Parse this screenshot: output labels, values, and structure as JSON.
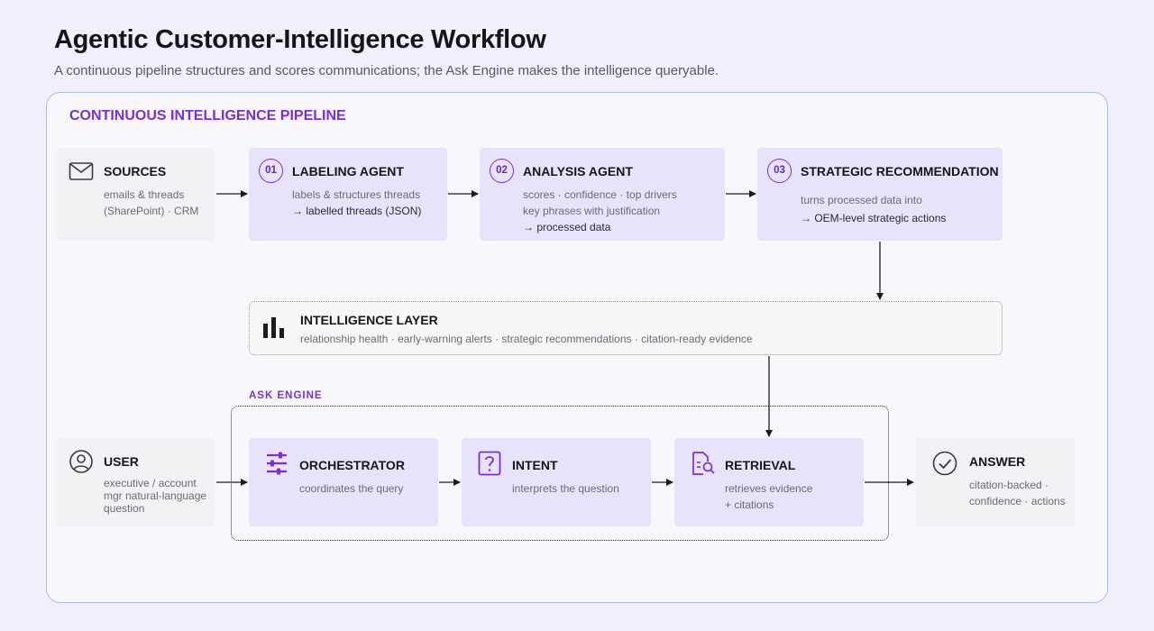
{
  "header": {
    "title": "Agentic Customer-Intelligence Workflow",
    "subtitle": "A continuous pipeline structures and scores communications; the Ask Engine makes the intelligence queryable."
  },
  "pipeline": {
    "label": "CONTINUOUS INTELLIGENCE PIPELINE",
    "sources": {
      "title": "SOURCES",
      "lines": [
        "emails & threads",
        "(SharePoint) · CRM"
      ],
      "icon": "mail-icon"
    },
    "labeling": {
      "badge": "01",
      "title": "LABELING AGENT",
      "lines": [
        "labels & structures threads",
        "→ labelled threads (JSON)"
      ]
    },
    "analysis": {
      "badge": "02",
      "title": "ANALYSIS AGENT",
      "lines": [
        "scores · confidence · top drivers",
        "key phrases with justification",
        "→ processed data"
      ]
    },
    "strategic": {
      "badge": "03",
      "title": "STRATEGIC RECOMMENDATION",
      "lines": [
        "turns processed data into",
        "→ OEM-level strategic actions"
      ]
    }
  },
  "intelligence_layer": {
    "title": "INTELLIGENCE LAYER",
    "desc": "relationship health · early-warning alerts · strategic recommendations · citation-ready evidence",
    "icon": "bar-chart-icon"
  },
  "ask_engine": {
    "label": "ASK ENGINE",
    "user": {
      "title": "USER",
      "lines": [
        "executive / account",
        "mgr natural-language",
        "question"
      ],
      "icon": "user-icon"
    },
    "orchestrator": {
      "title": "ORCHESTRATOR",
      "lines": [
        "coordinates the query"
      ],
      "icon": "sliders-icon"
    },
    "intent": {
      "title": "INTENT",
      "lines": [
        "interprets the question"
      ],
      "icon": "question-icon"
    },
    "retrieval": {
      "title": "RETRIEVAL",
      "lines": [
        "retrieves evidence",
        "+ citations"
      ],
      "icon": "document-search-icon"
    },
    "answer": {
      "title": "ANSWER",
      "lines": [
        "citation-backed ·",
        "confidence · actions"
      ],
      "icon": "check-circle-icon"
    }
  },
  "colors": {
    "accent": "#7a2fd6",
    "card_purple": "#e8e2fb",
    "card_gray": "#f2f2f4",
    "panel_border": "#a9bde0"
  }
}
